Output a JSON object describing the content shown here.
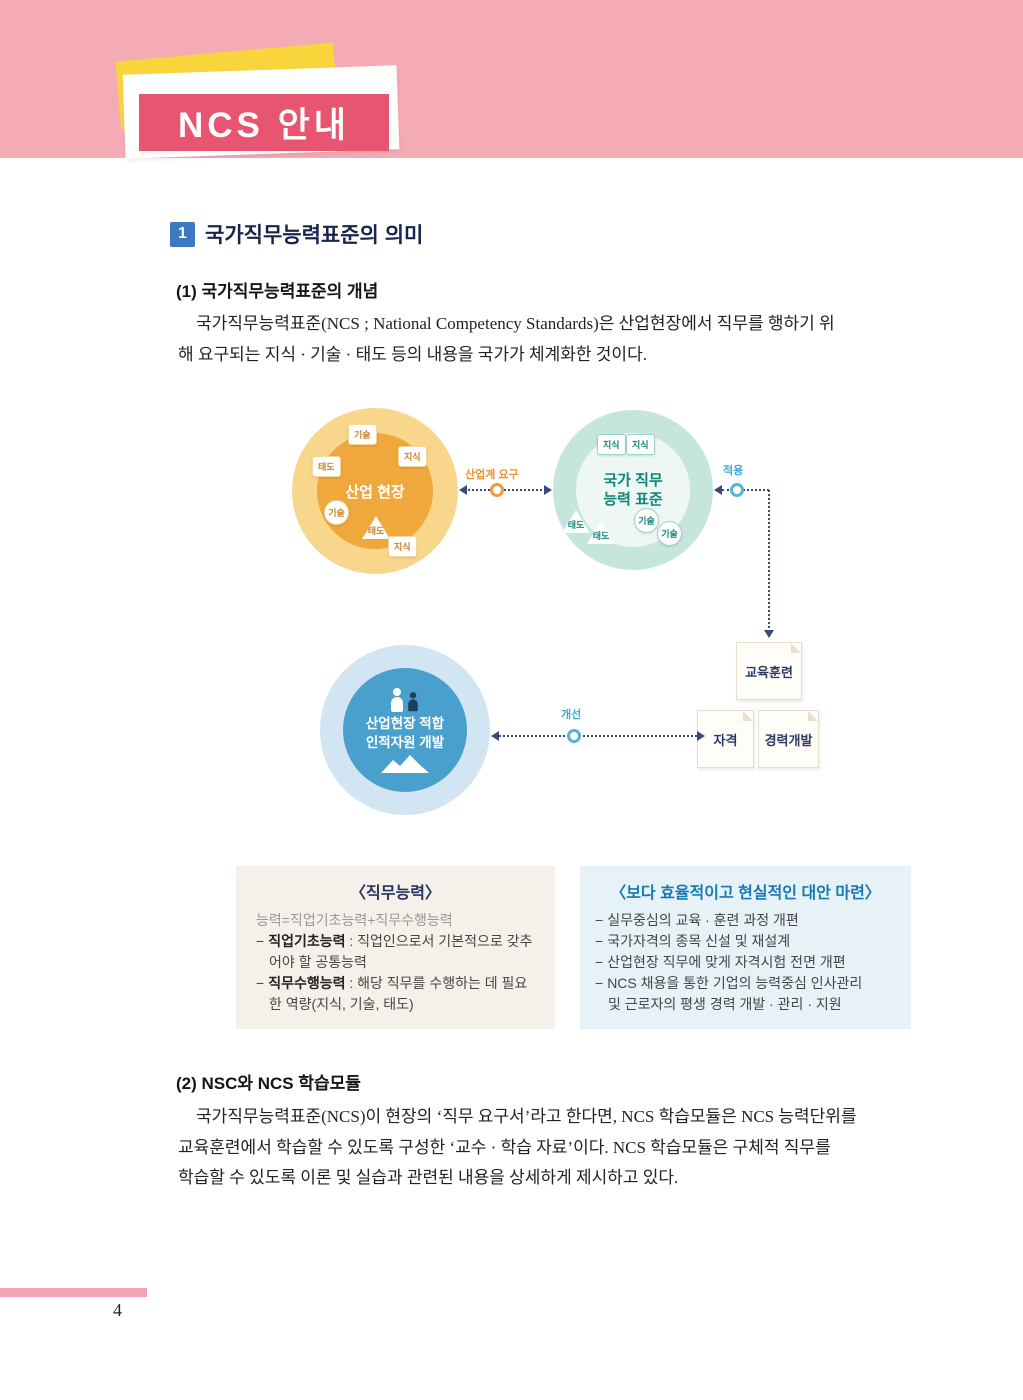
{
  "header": {
    "title": "NCS 안내"
  },
  "section": {
    "number": "1",
    "title": "국가직무능력표준의 의미"
  },
  "sub1": {
    "label": "(1) 국가직무능력표준의 개념",
    "para": {
      "line1": "국가직무능력표준(NCS ; National Competency Standards)은 산업현장에서 직무를 행하기 위",
      "line2": "해 요구되는 지식 · 기술 · 태도 등의 내용을 국가가 체계화한 것이다."
    }
  },
  "diagram": {
    "industry": {
      "label": "산업 현장",
      "chips": [
        "기술",
        "지식",
        "태도",
        "기술",
        "태도",
        "지식"
      ]
    },
    "ncs": {
      "label1": "국가 직무",
      "label2": "능력 표준",
      "chips_top": [
        "지식",
        "지식"
      ],
      "chips_left": [
        "태도",
        "태도"
      ],
      "chips_right": [
        "기술",
        "기술"
      ]
    },
    "hr": {
      "label1": "산업현장 적합",
      "label2": "인적자원 개발"
    },
    "arrow_demand_label": "산업계 요구",
    "arrow_apply_label": "적용",
    "arrow_improve_label": "개선",
    "docs": [
      "교육훈련",
      "자격",
      "경력개발"
    ]
  },
  "box_left": {
    "title": "〈직무능력〉",
    "line0": "능력=직업기초능력+직무수행능력",
    "dash": "−",
    "item1_bold": "직업기초능력",
    "item1_rest": " : 직업인으로서 기본적으로 갖추",
    "item1_cont": "어야 할 공통능력",
    "item2_bold": "직무수행능력",
    "item2_rest": " : 해당 직무를 수행하는 데 필요",
    "item2_cont": "한 역량(지식, 기술, 태도)"
  },
  "box_right": {
    "title": "〈보다 효율적이고 현실적인 대안 마련〉",
    "dash": "−",
    "items": [
      "실무중심의 교육 · 훈련 과정 개편",
      "국가자격의 종목 신설 및 재설계",
      "산업현장 직무에 맞게 자격시험 전면 개편",
      "NCS 채용을 통한 기업의 능력중심 인사관리"
    ],
    "item4_cont": "및 근로자의 평생 경력 개발 · 관리 · 지원"
  },
  "sub2": {
    "label": "(2) NSC와 NCS 학습모듈",
    "para": {
      "line1": "국가직무능력표준(NCS)이 현장의 ‘직무 요구서’라고 한다면, NCS 학습모듈은 NCS 능력단위를",
      "line2": "교육훈련에서 학습할 수 있도록 구성한 ‘교수 · 학습 자료’이다. NCS 학습모듈은 구체적 직무를",
      "line3": "학습할 수 있도록 이론 및 실습과 관련된 내용을 상세하게 제시하고 있다."
    }
  },
  "footer": {
    "page_number": "4"
  }
}
